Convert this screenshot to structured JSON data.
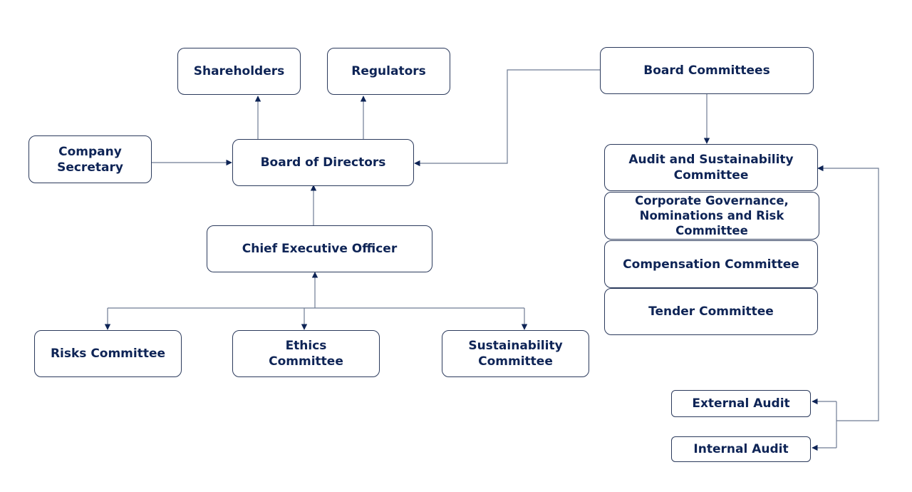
{
  "colors": {
    "text": "#0e2456",
    "border": "#2b3a5c",
    "line": "#6f7c94",
    "arrow": "#0e2456"
  },
  "nodes": {
    "shareholders": "Shareholders",
    "regulators": "Regulators",
    "board_committees": "Board Committees",
    "company_secretary": "Company Secretary",
    "board_of_directors": "Board of Directors",
    "chief_executive_officer": "Chief Executive Officer",
    "risks_committee": "Risks Committee",
    "ethics_committee": "Ethics Committee",
    "sustainability_committee": "Sustainability Committee",
    "audit_sustainability_committee": "Audit and Sustainability Committee",
    "corporate_governance_committee": "Corporate Governance, Nominations and Risk Committee",
    "compensation_committee": "Compensation Committee",
    "tender_committee": "Tender Committee",
    "external_audit": "External Audit",
    "internal_audit": "Internal Audit"
  },
  "edges": [
    {
      "from": "board_of_directors",
      "to": "shareholders"
    },
    {
      "from": "board_of_directors",
      "to": "regulators"
    },
    {
      "from": "company_secretary",
      "to": "board_of_directors"
    },
    {
      "from": "board_committees",
      "to": "board_of_directors"
    },
    {
      "from": "board_committees",
      "to": "audit_sustainability_committee"
    },
    {
      "from": "chief_executive_officer",
      "to": "board_of_directors"
    },
    {
      "from": "risks_committee",
      "to": "chief_executive_officer"
    },
    {
      "from": "ethics_committee",
      "to": "chief_executive_officer"
    },
    {
      "from": "sustainability_committee",
      "to": "chief_executive_officer"
    },
    {
      "from": "external_audit",
      "to": "audit_sustainability_committee"
    },
    {
      "from": "internal_audit",
      "to": "audit_sustainability_committee"
    }
  ]
}
